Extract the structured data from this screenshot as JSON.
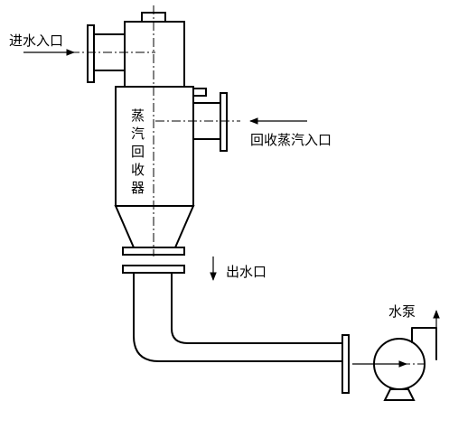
{
  "labels": {
    "water_inlet": "进水入口",
    "steam_inlet": "回收蒸汽入口",
    "water_outlet": "出水口",
    "pump": "水泵",
    "recovery_vessel": [
      "蒸",
      "汽",
      "回",
      "收",
      "器"
    ]
  },
  "colors": {
    "line": "#000000",
    "background": "#ffffff"
  }
}
